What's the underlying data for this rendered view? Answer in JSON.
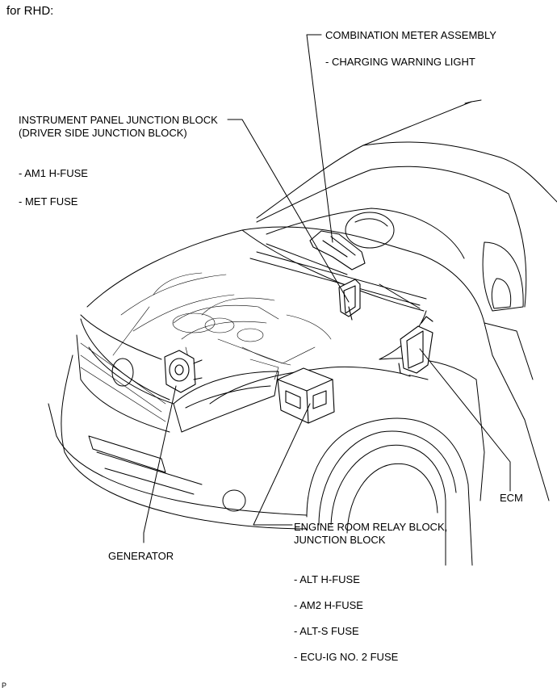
{
  "heading": "for RHD:",
  "callouts": {
    "combination_meter": {
      "name": "COMBINATION METER ASSEMBLY",
      "items": [
        "- CHARGING WARNING LIGHT"
      ]
    },
    "instrument_panel_jb": {
      "name_line1": "INSTRUMENT PANEL JUNCTION BLOCK",
      "name_line2": "(DRIVER SIDE JUNCTION BLOCK)",
      "items": [
        "- AM1 H-FUSE",
        "- MET FUSE"
      ]
    },
    "ecm": {
      "name": "ECM"
    },
    "generator": {
      "name": "GENERATOR"
    },
    "engine_room_rb": {
      "name_line1": "ENGINE ROOM RELAY BLOCK,",
      "name_line2": "JUNCTION BLOCK",
      "items": [
        "- ALT H-FUSE",
        "- AM2 H-FUSE",
        "- ALT-S FUSE",
        "- ECU-IG NO. 2 FUSE"
      ]
    }
  },
  "figure_code": "P"
}
